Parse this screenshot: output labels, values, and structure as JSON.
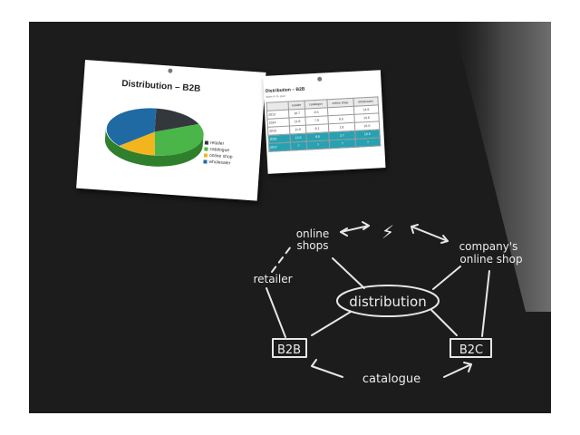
{
  "pie_chart": {
    "title": "Distribution – B2B",
    "legend": [
      "retailer",
      "catalogue",
      "online shop",
      "wholesaler"
    ],
    "colors": {
      "retailer": "#33383d",
      "catalogue": "#4ab548",
      "online_shop": "#f2b51e",
      "wholesaler": "#1f6aa3"
    }
  },
  "table": {
    "title": "Distribution – B2B",
    "subtitle": "share in %, year",
    "columns": [
      "",
      "retailer",
      "catalogue",
      "online shop",
      "wholesaler"
    ],
    "rows": [
      [
        "2013",
        "10.7",
        "8.5",
        "",
        "14.9"
      ],
      [
        "2014",
        "11.8",
        "7.9",
        "9.5",
        "14.6"
      ],
      [
        "2015",
        "11.9",
        "8.1",
        "1.8",
        "16.0"
      ],
      [
        "2016",
        "13.5",
        "8.6",
        "3.7",
        "16.5"
      ],
      [
        "2017",
        "?",
        "?",
        "?",
        "?"
      ]
    ]
  },
  "chalk_diagram": {
    "center": "distribution",
    "online_shops_line1": "online",
    "online_shops_line2": "shops",
    "company_line1": "company's",
    "company_line2": "online shop",
    "retailer": "retailer",
    "b2b": "B2B",
    "b2c": "B2C",
    "catalogue": "catalogue",
    "conflict_symbol": "⚡"
  }
}
